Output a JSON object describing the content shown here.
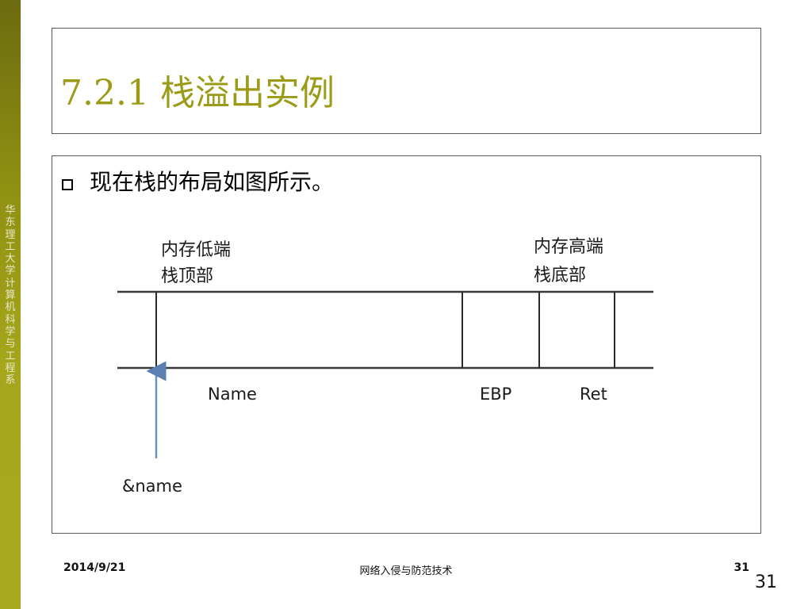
{
  "sidebar": {
    "org_text": "华东理工大学计算机科学与工程系"
  },
  "slide": {
    "title": "7.2.1 栈溢出实例",
    "bullet": "现在栈的布局如图所示。"
  },
  "diagram": {
    "label_left_line1": "内存低端",
    "label_left_line2": "栈顶部",
    "label_right_line1": "内存高端",
    "label_right_line2": "栈底部",
    "cell_name": "Name",
    "cell_ebp": "EBP",
    "cell_ret": "Ret",
    "pointer_label": "&name"
  },
  "footer": {
    "date": "2014/9/21",
    "course": "网络入侵与防范技术",
    "page": "31",
    "slide_number": "31"
  },
  "colors": {
    "sidebar": "#8f8f12",
    "title": "#9b9b18",
    "arrow": "#6f8fb8"
  }
}
